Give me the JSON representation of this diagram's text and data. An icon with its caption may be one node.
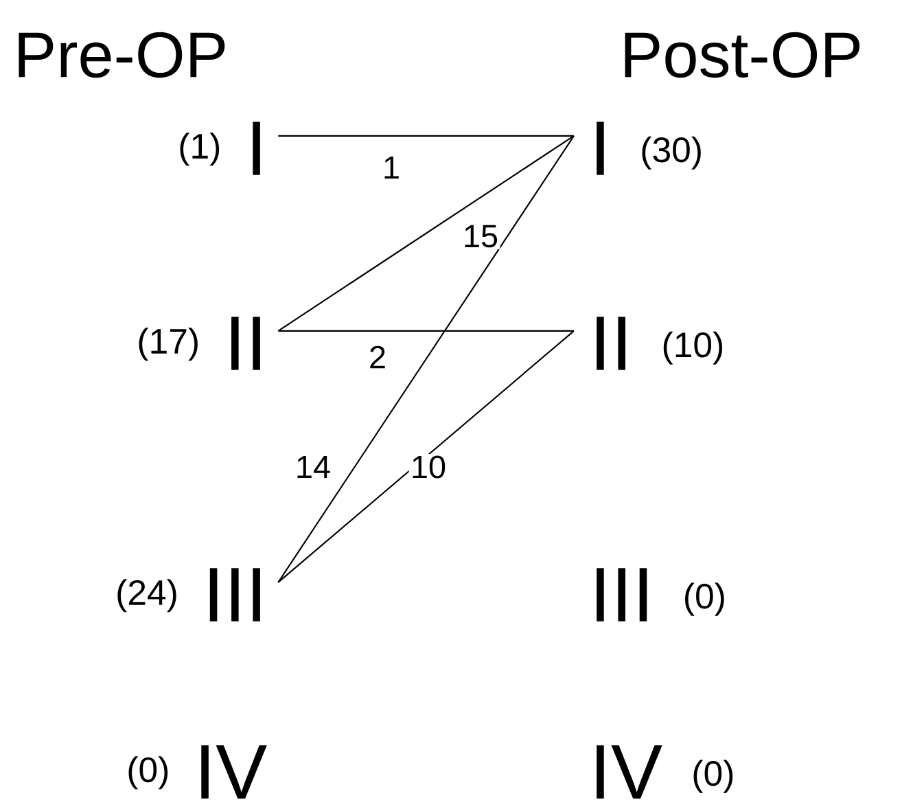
{
  "diagram": {
    "nodes": [
      {
        "text": [
          "I"
        ],
        "beside": [
          "(1)"
        ]
      },
      {
        "text": [
          "II"
        ],
        "beside": [
          "(17)"
        ]
      },
      {
        "text": [
          "III"
        ],
        "beside": [
          "(24)"
        ]
      },
      {
        "text": [
          "IV"
        ],
        "beside": [
          "(0)"
        ]
      },
      {
        "text": [
          "I"
        ],
        "beside": [
          "(30)"
        ]
      },
      {
        "text": [
          "II"
        ],
        "beside": [
          "(10)"
        ]
      },
      {
        "text": [
          "III"
        ],
        "beside": [
          "(0)"
        ]
      },
      {
        "text": [
          "IV"
        ],
        "beside": [
          "(0)"
        ]
      }
    ],
    "edges": [
      {
        "from": 0,
        "to": 4,
        "arrow": "none",
        "label": "1"
      },
      {
        "from": 1,
        "to": 4,
        "arrow": "none",
        "label": "15"
      },
      {
        "from": 1,
        "to": 5,
        "arrow": "none",
        "label": "2"
      },
      {
        "from": 2,
        "to": 4,
        "arrow": "none",
        "label": "14"
      },
      {
        "from": 2,
        "to": 5,
        "arrow": "none",
        "label": "10"
      }
    ],
    "labels": [
      "Pre-OP",
      "Post-OP"
    ]
  }
}
